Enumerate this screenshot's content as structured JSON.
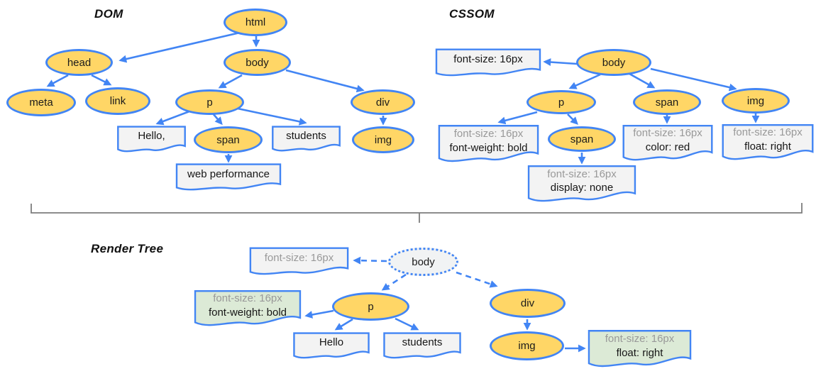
{
  "titles": {
    "dom": "DOM",
    "cssom": "CSSOM",
    "render_tree": "Render Tree"
  },
  "colors": {
    "node_fill": "#FFD666",
    "outline_blue": "#4285F4",
    "note_fill": "#F3F3F3",
    "note_green_fill": "#DCEAD6",
    "render_root_fill": "#F1F3F4",
    "muted_text": "#999999",
    "bracket_gray": "#7D7D7D"
  },
  "dom": {
    "nodes": {
      "html": "html",
      "head": "head",
      "body": "body",
      "meta": "meta",
      "link": "link",
      "p": "p",
      "div": "div",
      "span": "span",
      "img": "img"
    },
    "notes": {
      "hello": {
        "line1": "Hello,"
      },
      "students": {
        "line1": "students"
      },
      "web_performance": {
        "line1": "web performance"
      }
    }
  },
  "cssom": {
    "nodes": {
      "body": "body",
      "p": "p",
      "span": "span",
      "img": "img",
      "span_child": "span"
    },
    "notes": {
      "body_rule": {
        "line1": "font-size: 16px"
      },
      "p_rule": {
        "line1": "font-size: 16px",
        "line2": "font-weight: bold"
      },
      "span_child_rule": {
        "line1": "font-size: 16px",
        "line2": "display: none"
      },
      "span_rule": {
        "line1": "font-size: 16px",
        "line2": "color: red"
      },
      "img_rule": {
        "line1": "font-size: 16px",
        "line2": "float: right"
      }
    }
  },
  "render_tree": {
    "nodes": {
      "body": "body",
      "p": "p",
      "div": "div",
      "img": "img"
    },
    "notes": {
      "body_rule": {
        "line1": "font-size: 16px"
      },
      "p_rule": {
        "line1": "font-size: 16px",
        "line2": "font-weight: bold"
      },
      "hello": {
        "line1": "Hello"
      },
      "students": {
        "line1": "students"
      },
      "img_rule": {
        "line1": "font-size: 16px",
        "line2": "float: right"
      }
    }
  }
}
